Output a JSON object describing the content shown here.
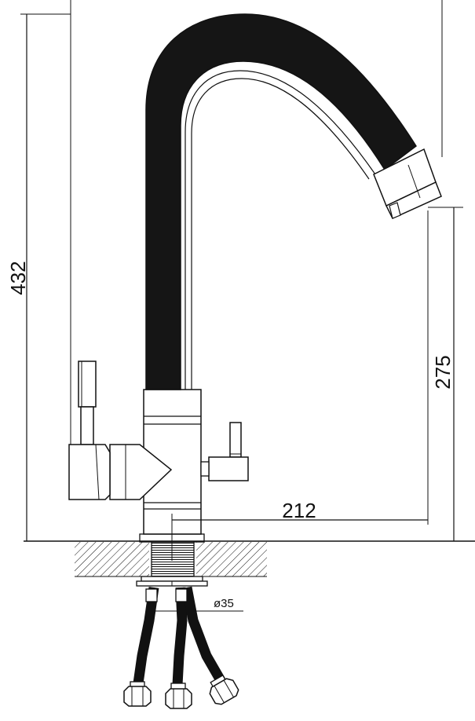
{
  "dimensions": {
    "total_height": "432",
    "spout_height": "275",
    "spout_reach": "212",
    "hole_diameter": "ø35"
  }
}
